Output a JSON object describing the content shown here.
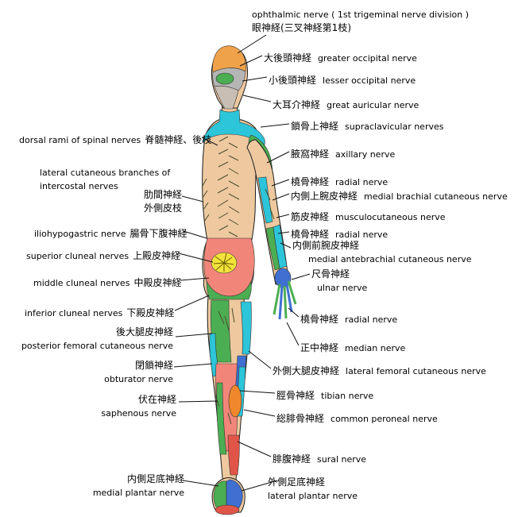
{
  "palette": {
    "flesh": "#eec99f",
    "head_orange": "#f0a24a",
    "gray": "#b5b5b5",
    "auricular_gray": "#c8beb4",
    "cyan": "#2cc5d9",
    "green": "#4cae52",
    "blue": "#3f6fd1",
    "pink": "#f2857a",
    "yellow": "#f2e33c",
    "orange": "#f0872c",
    "red": "#e05548",
    "outline": "#1b1b1b"
  },
  "labels": {
    "top": {
      "en": "ophthalmic nerve ( 1st trigeminal nerve division )",
      "jp": "眼神経(三叉神経第1枝)"
    },
    "right": [
      {
        "jp": "大後頭神経",
        "en": "greater occipital nerve"
      },
      {
        "jp": "小後頭神経",
        "en": "lesser occipital nerve"
      },
      {
        "jp": "大耳介神経",
        "en": "great auricular nerve"
      },
      {
        "jp": "鎖骨上神経",
        "en": "supraclavicular nerves"
      },
      {
        "jp": "腋窩神経",
        "en": "axillary nerve"
      },
      {
        "jp": "橈骨神経",
        "en": "radial nerve"
      },
      {
        "jp": "内側上腕皮神経",
        "en": "medial brachial cutaneous nerve"
      },
      {
        "jp": "筋皮神経",
        "en": "musculocutaneous nerve"
      },
      {
        "jp": "橈骨神経",
        "en": "radial nerve"
      },
      {
        "jp": "内側前腕皮神経",
        "en": "medial antebrachial cutaneous nerve"
      },
      {
        "jp": "尺骨神経",
        "en": "ulnar nerve"
      },
      {
        "jp": "橈骨神経",
        "en": "radial nerve"
      },
      {
        "jp": "正中神経",
        "en": "median nerve"
      },
      {
        "jp": "外側大腿皮神経",
        "en": "lateral femoral cutaneous nerve"
      },
      {
        "jp": "脛骨神経",
        "en": "tibian nerve"
      },
      {
        "jp": "総腓骨神経",
        "en": "common peroneal nerve"
      },
      {
        "jp": "腓腹神経",
        "en": "sural nerve"
      },
      {
        "jp": "外側足底神経",
        "en": "lateral plantar nerve"
      }
    ],
    "left": [
      {
        "en": "dorsal rami of spinal nerves",
        "jp": "脊髄神経、後枝"
      },
      {
        "en_line1": "lateral cutaneous branches of",
        "en_line2": "intercostal nerves",
        "jp_line1": "肋間神経",
        "jp_line2": "外側皮枝"
      },
      {
        "en": "iliohypogastric  nerve",
        "jp": "腸骨下腹神経"
      },
      {
        "en": "superior cluneal nerves",
        "jp": "上殿皮神経"
      },
      {
        "en": "middle cluneal nerves",
        "jp": "中殿皮神経"
      },
      {
        "en": "inferior cluneal nerves",
        "jp": "下殿皮神経"
      },
      {
        "jp": "後大腿皮神経",
        "en": "posterior femoral cutaneous nerve"
      },
      {
        "jp": "閉鎖神経",
        "en": "obturator nerve"
      },
      {
        "jp": "伏在神経",
        "en": "saphenous nerve"
      },
      {
        "jp": "内側足底神経",
        "en": "medial plantar nerve"
      }
    ]
  }
}
